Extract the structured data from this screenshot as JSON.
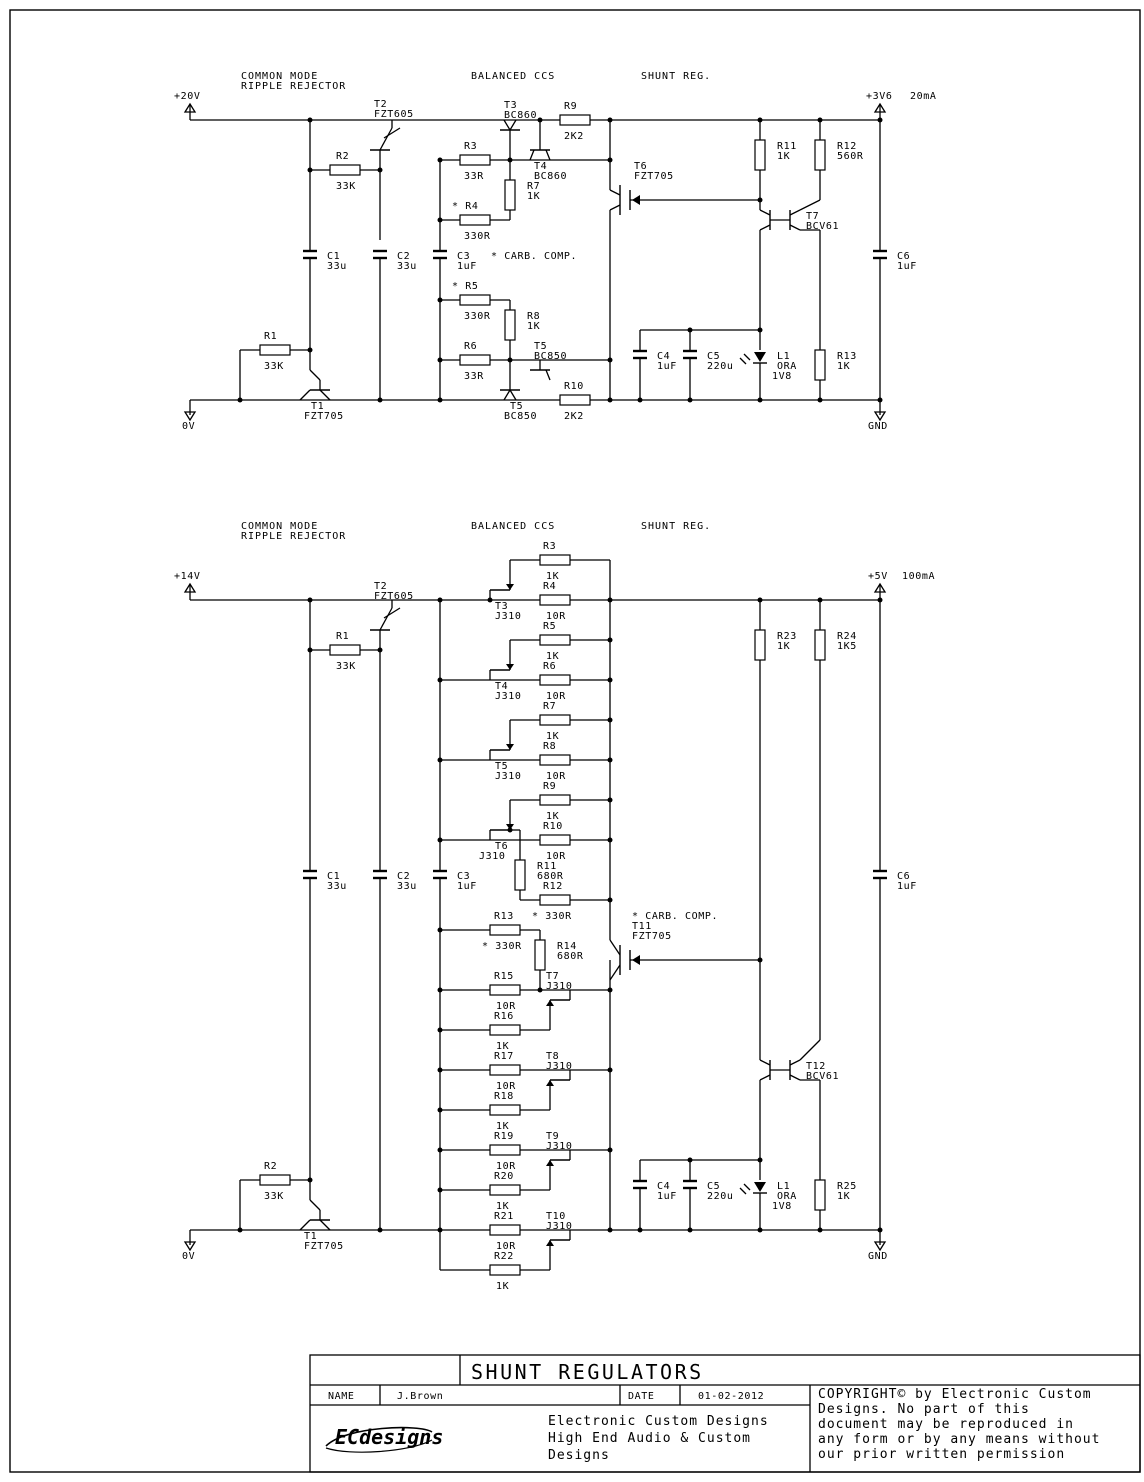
{
  "top": {
    "sections": [
      "COMMON MODE",
      "RIPPLE REJECTOR",
      "BALANCED CCS",
      "SHUNT REG."
    ],
    "rails": {
      "in": "+20V",
      "out": "+3V6",
      "current": "20mA",
      "zero": "0V",
      "gnd": "GND"
    },
    "note": "* CARB. COMP.",
    "parts": {
      "T2": [
        "T2",
        "FZT605"
      ],
      "R2": [
        "R2",
        "33K"
      ],
      "C1": [
        "C1",
        "33u"
      ],
      "C2": [
        "C2",
        "33u"
      ],
      "R1": [
        "R1",
        "33K"
      ],
      "T1": [
        "T1",
        "FZT705"
      ],
      "T3": [
        "T3",
        "BC860"
      ],
      "T4": [
        "T4",
        "BC860"
      ],
      "R3": [
        "R3",
        "33R"
      ],
      "R7": [
        "R7",
        "1K"
      ],
      "R4": [
        "* R4",
        "330R"
      ],
      "C3": [
        "C3",
        "1uF"
      ],
      "R5": [
        "* R5",
        "330R"
      ],
      "R8": [
        "R8",
        "1K"
      ],
      "R6": [
        "R6",
        "33R"
      ],
      "T5a": [
        "T5",
        "BC850"
      ],
      "T5b": [
        "T5",
        "BC850"
      ],
      "R9": [
        "R9",
        "2K2"
      ],
      "R10": [
        "R10",
        "2K2"
      ],
      "T6": [
        "T6",
        "FZT705"
      ],
      "R11": [
        "R11",
        "1K"
      ],
      "R12": [
        "R12",
        "560R"
      ],
      "T7": [
        "T7",
        "BCV61"
      ],
      "C4": [
        "C4",
        "1uF"
      ],
      "C5": [
        "C5",
        "220u"
      ],
      "L1": [
        "L1",
        "ORA",
        "1V8"
      ],
      "R13": [
        "R13",
        "1K"
      ],
      "C6": [
        "C6",
        "1uF"
      ]
    }
  },
  "bottom": {
    "sections": [
      "COMMON MODE",
      "RIPPLE REJECTOR",
      "BALANCED CCS",
      "SHUNT REG."
    ],
    "rails": {
      "in": "+14V",
      "out": "+5V",
      "current": "100mA",
      "zero": "0V",
      "gnd": "GND"
    },
    "note": "* CARB. COMP.",
    "parts": {
      "T2": [
        "T2",
        "FZT605"
      ],
      "R1": [
        "R1",
        "33K"
      ],
      "C1": [
        "C1",
        "33u"
      ],
      "C2": [
        "C2",
        "33u"
      ],
      "C3": [
        "C3",
        "1uF"
      ],
      "R2": [
        "R2",
        "33K"
      ],
      "T1": [
        "T1",
        "FZT705"
      ],
      "R3": [
        "R3",
        "1K"
      ],
      "R4": [
        "R4",
        "10R"
      ],
      "T3": [
        "T3",
        "J310"
      ],
      "R5": [
        "R5",
        "1K"
      ],
      "R6": [
        "R6",
        "10R"
      ],
      "T4": [
        "T4",
        "J310"
      ],
      "R7": [
        "R7",
        "1K"
      ],
      "R8": [
        "R8",
        "10R"
      ],
      "T5": [
        "T5",
        "J310"
      ],
      "R9": [
        "R9",
        "1K"
      ],
      "R10": [
        "R10",
        "10R"
      ],
      "T6": [
        "T6",
        "J310"
      ],
      "R11": [
        "R11",
        "680R"
      ],
      "R12": [
        "R12",
        "* 330R"
      ],
      "R13": [
        "R13",
        "* 330R"
      ],
      "R14": [
        "R14",
        "680R"
      ],
      "R15": [
        "R15",
        "10R"
      ],
      "R16": [
        "R16",
        "1K"
      ],
      "T7": [
        "T7",
        "J310"
      ],
      "R17": [
        "R17",
        "10R"
      ],
      "R18": [
        "R18",
        "1K"
      ],
      "T8": [
        "T8",
        "J310"
      ],
      "R19": [
        "R19",
        "10R"
      ],
      "R20": [
        "R20",
        "1K"
      ],
      "T9": [
        "T9",
        "J310"
      ],
      "R21": [
        "R21",
        "10R"
      ],
      "R22": [
        "R22",
        "1K"
      ],
      "T10": [
        "T10",
        "J310"
      ],
      "T11": [
        "T11",
        "FZT705"
      ],
      "R23": [
        "R23",
        "1K"
      ],
      "R24": [
        "R24",
        "1K5"
      ],
      "T12": [
        "T12",
        "BCV61"
      ],
      "C4": [
        "C4",
        "1uF"
      ],
      "C5": [
        "C5",
        "220u"
      ],
      "L1": [
        "L1",
        "ORA",
        "1V8"
      ],
      "R25": [
        "R25",
        "1K"
      ],
      "C6": [
        "C6",
        "1uF"
      ]
    }
  },
  "title_block": {
    "title": "SHUNT REGULATORS",
    "name_label": "NAME",
    "name": "J.Brown",
    "date_label": "DATE",
    "date": "01-02-2012",
    "copyright": [
      "COPYRIGHT© by Electronic Custom",
      "Designs. No part of this",
      "document may be reproduced in",
      "any form or by any means without",
      "our prior written permission"
    ],
    "company": [
      "Electronic Custom Designs",
      "High End Audio  &  Custom",
      "Designs"
    ],
    "logo": "ECdesigns"
  }
}
